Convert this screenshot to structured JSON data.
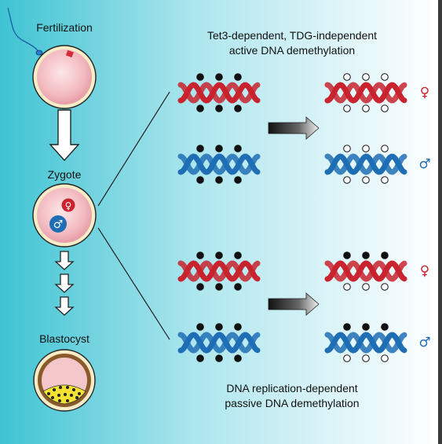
{
  "stages": {
    "fertilization": "Fertilization",
    "zygote": "Zygote",
    "blastocyst": "Blastocyst"
  },
  "pronuclei": {
    "female_symbol": "♀",
    "male_symbol": "♂"
  },
  "pathways": {
    "active": {
      "line1": "Tet3-dependent, TDG-independent",
      "line2": "active DNA demethylation",
      "before": [
        {
          "strand": "maternal",
          "top": "methylated",
          "bottom": "methylated"
        },
        {
          "strand": "paternal",
          "top": "methylated",
          "bottom": "methylated"
        }
      ],
      "after": [
        {
          "strand": "maternal",
          "top": "unmethylated",
          "bottom": "unmethylated",
          "symbol": "♀"
        },
        {
          "strand": "paternal",
          "top": "unmethylated",
          "bottom": "unmethylated",
          "symbol": "♂"
        }
      ]
    },
    "passive": {
      "line1": "DNA replication-dependent",
      "line2": "passive DNA demethylation",
      "before": [
        {
          "strand": "maternal",
          "top": "methylated",
          "bottom": "methylated"
        },
        {
          "strand": "paternal",
          "top": "methylated",
          "bottom": "methylated"
        }
      ],
      "after": [
        {
          "strand": "maternal",
          "top": "methylated",
          "bottom": "unmethylated",
          "symbol": "♀"
        },
        {
          "strand": "paternal",
          "top": "methylated",
          "bottom": "unmethylated",
          "symbol": "♂"
        }
      ]
    }
  },
  "colors": {
    "maternal": "#c8232e",
    "paternal": "#1f6eb5",
    "background_left": "#3ec3d2",
    "background_right": "#ffffff"
  }
}
